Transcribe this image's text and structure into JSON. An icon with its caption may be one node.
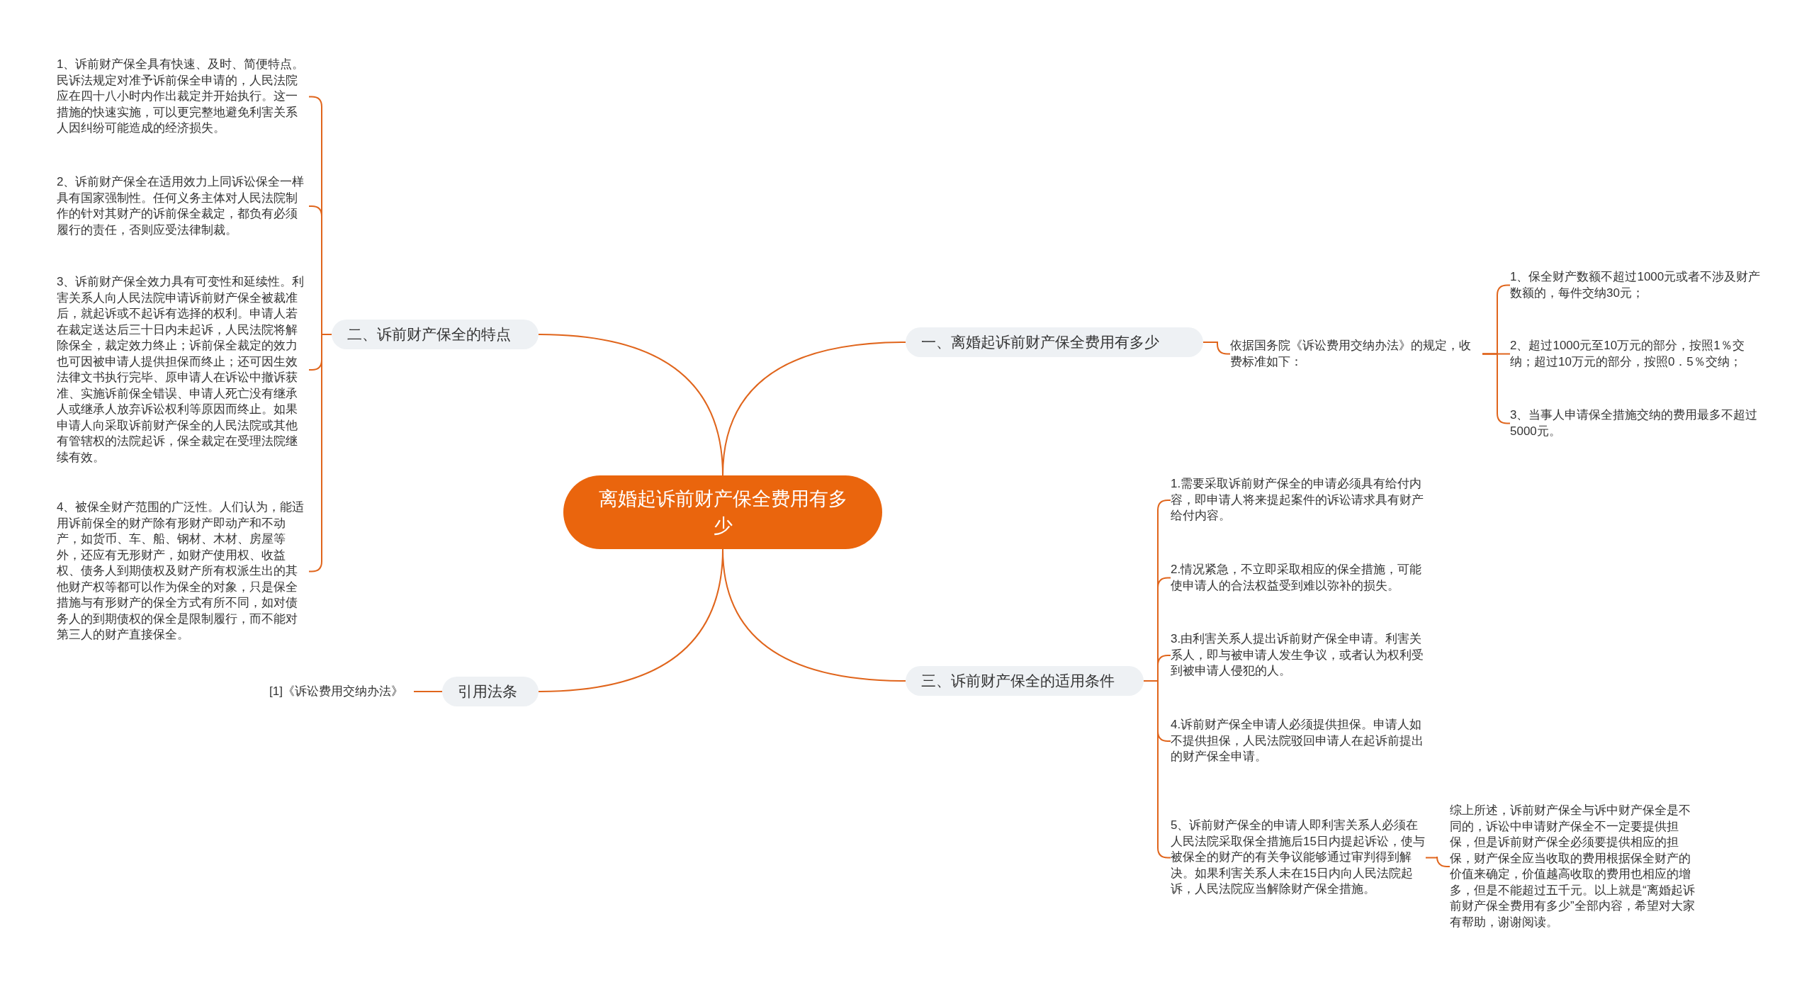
{
  "diagram": {
    "nodes": [
      {
        "text": [
          "离婚起诉前财产保全费用有多少"
        ]
      },
      {
        "text": [
          "一、离婚起诉前财产保全费用有多少"
        ]
      },
      {
        "text": [
          "依据国务院《诉讼费用交纳办法》的规定，收费标准如下："
        ]
      },
      {
        "text": [
          "1、保全财产数额不超过1000元或者不涉及财产数额的，每件交纳30元；"
        ]
      },
      {
        "text": [
          "2、超过1000元至10万元的部分，按照1％交纳；超过10万元的部分，按照0．5％交纳；"
        ]
      },
      {
        "text": [
          "3、当事人申请保全措施交纳的费用最多不超过5000元。"
        ]
      },
      {
        "text": [
          "二、诉前财产保全的特点"
        ]
      },
      {
        "text": [
          "1、诉前财产保全具有快速、及时、简便特点。民诉法规定对准予诉前保全申请的，人民法院应在四十八小时内作出裁定并开始执行。这一措施的快速实施，可以更完整地避免利害关系人因纠纷可能造成的经济损失。"
        ]
      },
      {
        "text": [
          "2、诉前财产保全在适用效力上同诉讼保全一样具有国家强制性。任何义务主体对人民法院制作的针对其财产的诉前保全裁定，都负有必须履行的责任，否则应受法律制裁。"
        ]
      },
      {
        "text": [
          "3、诉前财产保全效力具有可变性和延续性。利害关系人向人民法院申请诉前财产保全被裁准后，就起诉或不起诉有选择的权利。申请人若在裁定送达后三十日内未起诉，人民法院将解除保全，裁定效力终止；诉前保全裁定的效力也可因被申请人提供担保而终止；还可因生效法律文书执行完毕、原申请人在诉讼中撤诉获准、实施诉前保全错误、申请人死亡没有继承人或继承人放弃诉讼权利等原因而终止。如果申请人向采取诉前财产保全的人民法院或其他有管辖权的法院起诉，保全裁定在受理法院继续有效。"
        ]
      },
      {
        "text": [
          "4、被保全财产范围的广泛性。人们认为，能适用诉前保全的财产除有形财产即动产和不动产，如货币、车、船、钢材、木材、房屋等外，还应有无形财产，如财产使用权、收益权、债务人到期债权及财产所有权派生出的其他财产权等都可以作为保全的对象，只是保全措施与有形财产的保全方式有所不同，如对债务人的到期债权的保全是限制履行，而不能对第三人的财产直接保全。"
        ]
      },
      {
        "text": [
          "三、诉前财产保全的适用条件"
        ]
      },
      {
        "text": [
          "1.需要采取诉前财产保全的申请必须具有给付内容，即申请人将来提起案件的诉讼请求具有财产给付内容。"
        ]
      },
      {
        "text": [
          "2.情况紧急，不立即采取相应的保全措施，可能使申请人的合法权益受到难以弥补的损失。"
        ]
      },
      {
        "text": [
          "3.由利害关系人提出诉前财产保全申请。利害关系人，即与被申请人发生争议，或者认为权利受到被申请人侵犯的人。"
        ]
      },
      {
        "text": [
          "4.诉前财产保全申请人必须提供担保。申请人如不提供担保，人民法院驳回申请人在起诉前提出的财产保全申请。"
        ]
      },
      {
        "text": [
          "5、诉前财产保全的申请人即利害关系人必须在人民法院采取保全措施后15日内提起诉讼，使与被保全的财产的有关争议能够通过审判得到解决。如果利害关系人未在15日内向人民法院起诉，人民法院应当解除财产保全措施。"
        ]
      },
      {
        "text": [
          "综上所述，诉前财产保全与诉中财产保全是不同的，诉讼中申请财产保全不一定要提供担保，但是诉前财产保全必须要提供相应的担保，财产保全应当收取的费用根据保全财产的价值来确定，价值越高收取的费用也相应的增多，但是不能超过五千元。以上就是“离婚起诉前财产保全费用有多少”全部内容，希望对大家有帮助，谢谢阅读。"
        ]
      },
      {
        "text": [
          "引用法条"
        ]
      },
      {
        "text": [
          "[1]《诉讼费用交纳办法》"
        ]
      }
    ],
    "edges": [
      {
        "from": 0,
        "to": 1,
        "arrow": "none"
      },
      {
        "from": 1,
        "to": 2,
        "arrow": "none"
      },
      {
        "from": 2,
        "to": 3,
        "arrow": "none"
      },
      {
        "from": 2,
        "to": 4,
        "arrow": "none"
      },
      {
        "from": 2,
        "to": 5,
        "arrow": "none"
      },
      {
        "from": 0,
        "to": 6,
        "arrow": "none"
      },
      {
        "from": 6,
        "to": 7,
        "arrow": "none"
      },
      {
        "from": 6,
        "to": 8,
        "arrow": "none"
      },
      {
        "from": 6,
        "to": 9,
        "arrow": "none"
      },
      {
        "from": 6,
        "to": 10,
        "arrow": "none"
      },
      {
        "from": 0,
        "to": 11,
        "arrow": "none"
      },
      {
        "from": 11,
        "to": 12,
        "arrow": "none"
      },
      {
        "from": 11,
        "to": 13,
        "arrow": "none"
      },
      {
        "from": 11,
        "to": 14,
        "arrow": "none"
      },
      {
        "from": 11,
        "to": 15,
        "arrow": "none"
      },
      {
        "from": 11,
        "to": 16,
        "arrow": "none"
      },
      {
        "from": 16,
        "to": 17,
        "arrow": "none"
      },
      {
        "from": 0,
        "to": 18,
        "arrow": "none"
      },
      {
        "from": 18,
        "to": 19,
        "arrow": "none"
      }
    ]
  }
}
